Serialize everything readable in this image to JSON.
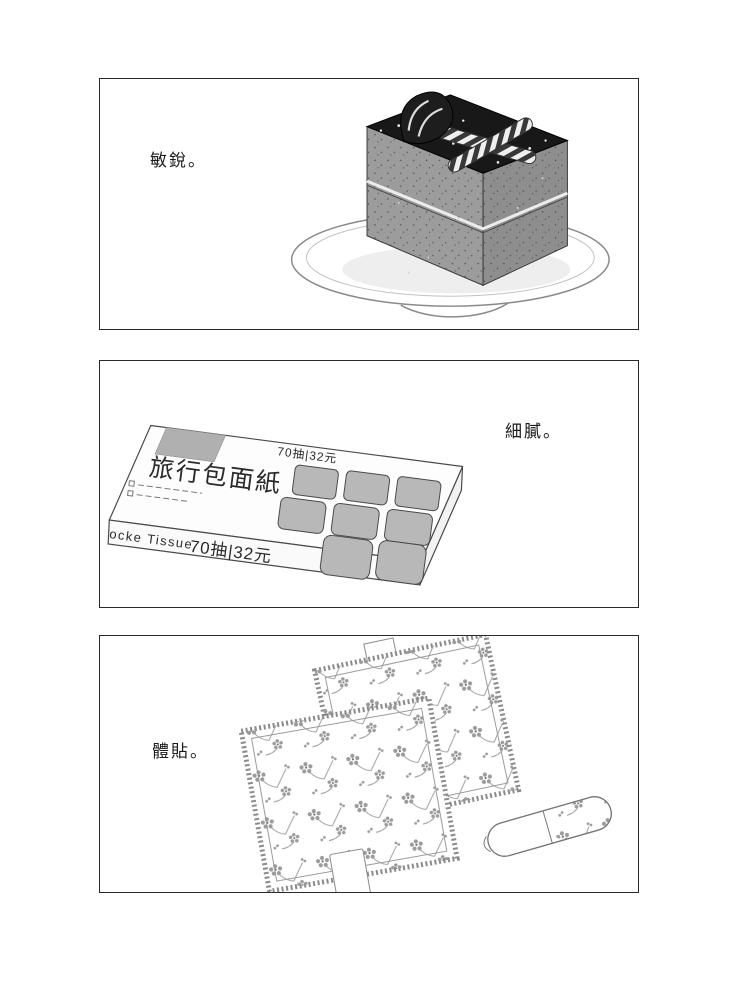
{
  "page": {
    "background": "#ffffff",
    "border_color": "#2a2a2a"
  },
  "panels": [
    {
      "name": "panel-sharp",
      "caption": "敏銳。",
      "illustration": "chocolate-cake-on-plate"
    },
    {
      "name": "panel-delicate",
      "caption": "細膩。",
      "illustration": "travel-pack-tissue-box",
      "box_print": {
        "product_name": "旅行包面紙",
        "spec_small": "70抽|32元",
        "brand_partial": "ocke Tissue",
        "spec_large": "70抽|32元"
      }
    },
    {
      "name": "panel-considerate",
      "caption": "體貼。",
      "illustration": "floral-pads-and-wrapped-pad"
    }
  ],
  "palette": {
    "ink": "#2a2a2a",
    "cake_glaze": "#181818",
    "cake_sponge": "#9c9c9c",
    "packet_gray": "#b8b8b8",
    "floral_gray": "#9b9b9b",
    "plate_line": "#8a8a8a"
  }
}
